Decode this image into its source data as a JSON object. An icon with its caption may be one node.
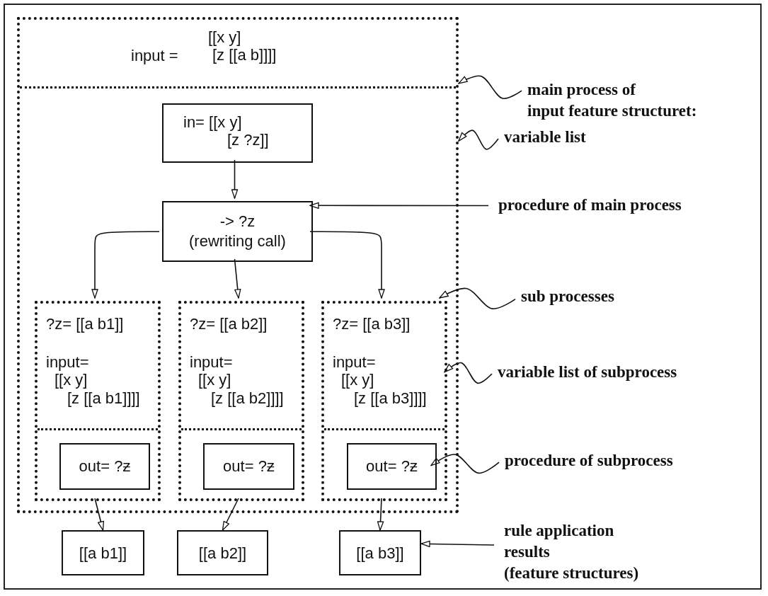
{
  "diagram": {
    "nodes": [
      {
        "text": [
          "input =",
          "[[x y] [z [[a b]]]]"
        ]
      },
      {
        "text": [
          "in= [[x y] [z ?z]]"
        ],
        "in": 0
      },
      {
        "text": [
          "-> ?z",
          "(rewriting call)"
        ],
        "in": 0
      },
      {
        "text": [
          "?z= [[a b1]]",
          "input= [[x y] [z [[a b1]]]]"
        ],
        "in": 0
      },
      {
        "text": [
          "?z= [[a b2]]",
          "input= [[x y] [z [[a b2]]]]"
        ],
        "in": 0
      },
      {
        "text": [
          "?z= [[a b3]]",
          "input= [[x y] [z [[a b3]]]]"
        ],
        "in": 0
      },
      {
        "text": [
          "out= ?ƶ"
        ],
        "in": 3
      },
      {
        "text": [
          "out= ?ƶ"
        ],
        "in": 4
      },
      {
        "text": [
          "out= ?ƶ"
        ],
        "in": 5
      },
      {
        "text": [
          "[[a b1]]"
        ]
      },
      {
        "text": [
          "[[a b2]]"
        ]
      },
      {
        "text": [
          "[[a b3]]"
        ]
      },
      {
        "text": [
          "main process of input feature structuret:"
        ]
      },
      {
        "text": [
          "variable list"
        ]
      },
      {
        "text": [
          "procedure of main process"
        ]
      },
      {
        "text": [
          "sub processes"
        ]
      },
      {
        "text": [
          "variable list of subprocess"
        ]
      },
      {
        "text": [
          "procedure of subprocess"
        ]
      },
      {
        "text": [
          "rule application results (feature structures)"
        ]
      }
    ],
    "edges": [
      {
        "from": 1,
        "to": 2,
        "arrow": "to"
      },
      {
        "from": 2,
        "to": 3,
        "arrow": "to"
      },
      {
        "from": 2,
        "to": 4,
        "arrow": "to"
      },
      {
        "from": 2,
        "to": 5,
        "arrow": "to"
      },
      {
        "from": 3,
        "to": 9,
        "arrow": "to"
      },
      {
        "from": 4,
        "to": 10,
        "arrow": "to"
      },
      {
        "from": 5,
        "to": 11,
        "arrow": "to"
      },
      {
        "from": 12,
        "to": 0,
        "arrow": "to"
      },
      {
        "from": 13,
        "to": 0,
        "arrow": "to"
      },
      {
        "from": 14,
        "to": 2,
        "arrow": "to"
      },
      {
        "from": 15,
        "to": 5,
        "arrow": "to"
      },
      {
        "from": 16,
        "to": 5,
        "arrow": "to"
      },
      {
        "from": 17,
        "to": 8,
        "arrow": "to"
      },
      {
        "from": 18,
        "to": 11,
        "arrow": "to"
      }
    ]
  }
}
